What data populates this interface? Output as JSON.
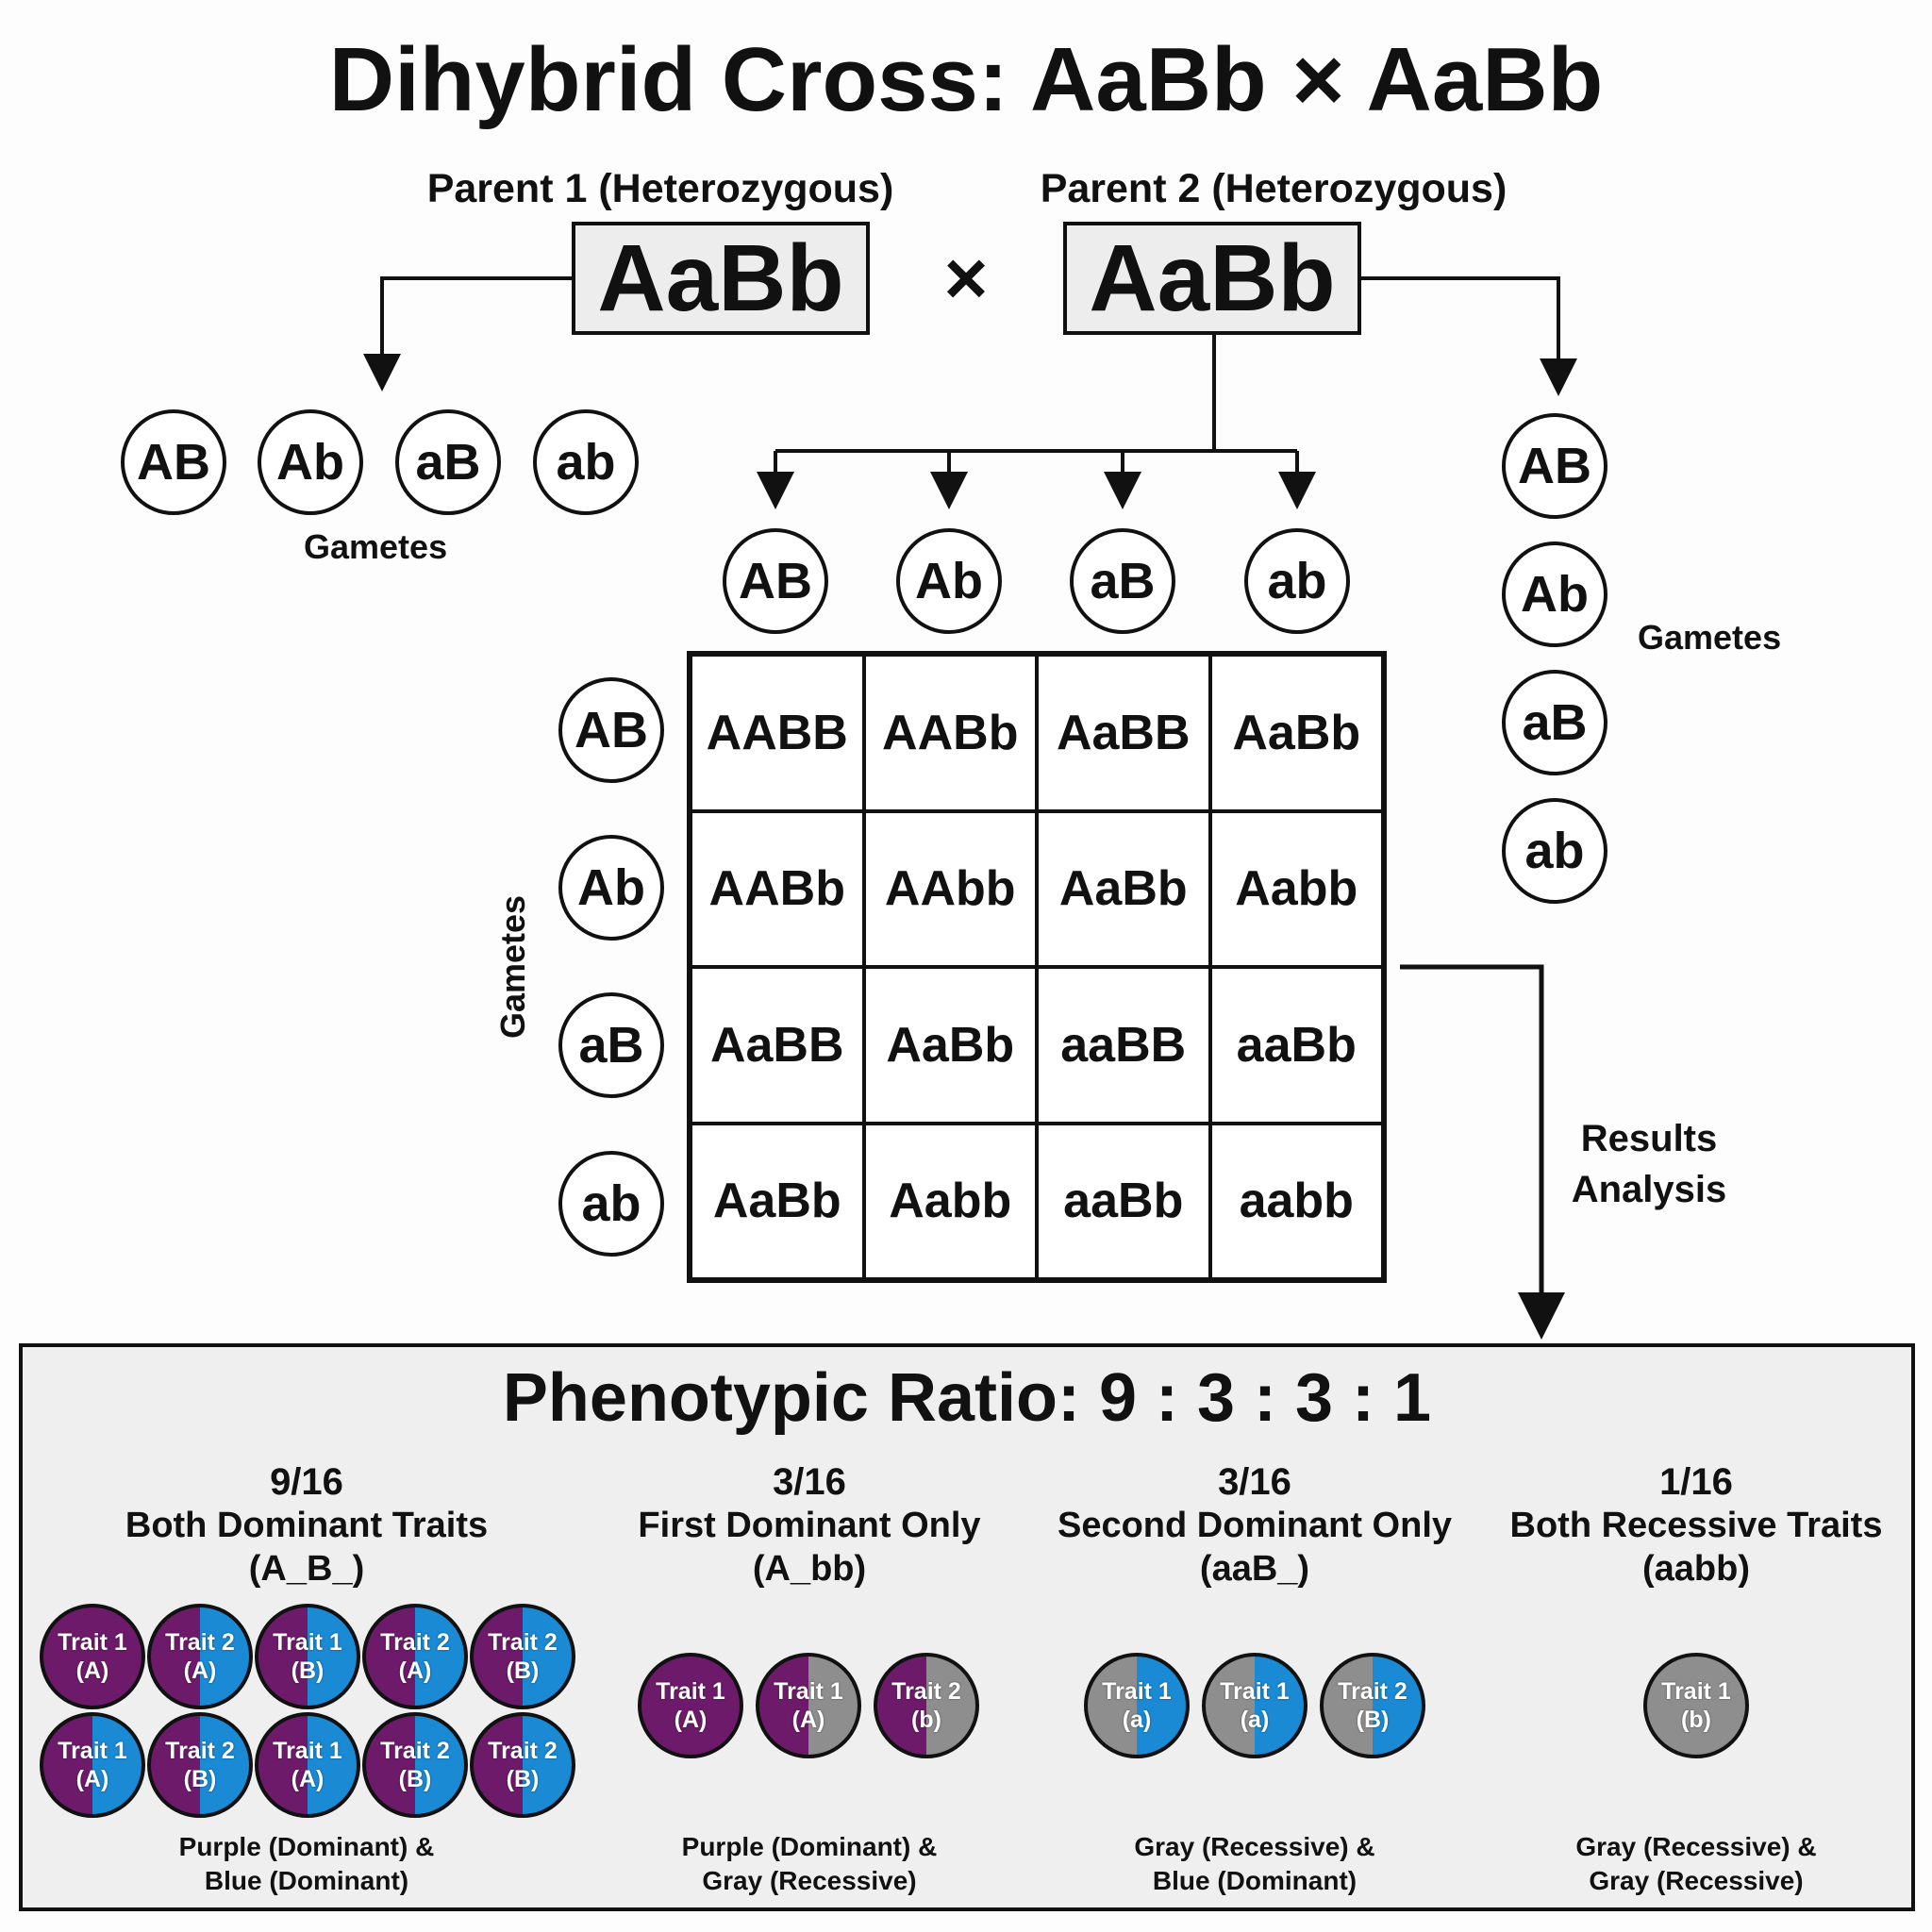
{
  "title": "Dihybrid Cross: AaBb × AaBb",
  "parent1": {
    "label": "Parent 1 (Heterozygous)",
    "genotype": "AaBb"
  },
  "parent2": {
    "label": "Parent 2 (Heterozygous)",
    "genotype": "AaBb"
  },
  "cross_symbol": "×",
  "parent1_gametes": [
    "AB",
    "Ab",
    "aB",
    "ab"
  ],
  "parent2_gametes": [
    "AB",
    "Ab",
    "aB",
    "ab"
  ],
  "gametes_label": "Gametes",
  "punnett": {
    "col_gametes": [
      "AB",
      "Ab",
      "aB",
      "ab"
    ],
    "row_gametes": [
      "AB",
      "Ab",
      "aB",
      "ab"
    ],
    "row_axis_label": "Gametes",
    "cells": [
      [
        "AABB",
        "AABb",
        "AaBB",
        "AaBb"
      ],
      [
        "AABb",
        "AAbb",
        "AaBb",
        "Aabb"
      ],
      [
        "AaBB",
        "AaBb",
        "aaBB",
        "aaBb"
      ],
      [
        "AaBb",
        "Aabb",
        "aaBb",
        "aabb"
      ]
    ]
  },
  "results_label": [
    "Results",
    "Analysis"
  ],
  "results": {
    "title": "Phenotypic Ratio: 9 : 3 : 3 : 1",
    "categories": [
      {
        "fraction": "9/16",
        "name": "Both Dominant Traits",
        "genotype": "(A_B_)",
        "desc": [
          "Purple (Dominant) &",
          "Blue (Dominant)"
        ]
      },
      {
        "fraction": "3/16",
        "name": "First Dominant Only",
        "genotype": "(A_bb)",
        "desc": [
          "Purple (Dominant) &",
          "Gray (Recessive)"
        ]
      },
      {
        "fraction": "3/16",
        "name": "Second Dominant Only",
        "genotype": "(aaB_)",
        "desc": [
          "Gray (Recessive) &",
          "Blue (Dominant)"
        ]
      },
      {
        "fraction": "1/16",
        "name": "Both Recessive Traits",
        "genotype": "(aabb)",
        "desc": [
          "Gray (Recessive) &",
          "Gray (Recessive)"
        ]
      }
    ],
    "markers": [
      [
        {
          "t": "Trait 1",
          "a": "(A)",
          "left": "purple",
          "right": "purple"
        },
        {
          "t": "Trait 2",
          "a": "(A)",
          "left": "purple",
          "right": "blue"
        },
        {
          "t": "Trait 1",
          "a": "(B)",
          "left": "purple",
          "right": "blue"
        },
        {
          "t": "Trait 2",
          "a": "(A)",
          "left": "purple",
          "right": "blue"
        },
        {
          "t": "Trait 2",
          "a": "(B)",
          "left": "purple",
          "right": "blue"
        },
        {
          "t": "Trait 1",
          "a": "(A)",
          "left": "purple",
          "right": "blue"
        },
        {
          "t": "Trait 2",
          "a": "(B)",
          "left": "purple",
          "right": "blue"
        },
        {
          "t": "Trait 1",
          "a": "(A)",
          "left": "purple",
          "right": "blue"
        },
        {
          "t": "Trait 2",
          "a": "(B)",
          "left": "purple",
          "right": "blue"
        },
        {
          "t": "Trait 2",
          "a": "(B)",
          "left": "purple",
          "right": "blue"
        }
      ],
      [
        {
          "t": "Trait 1",
          "a": "(A)",
          "left": "purple",
          "right": "purple"
        },
        {
          "t": "Trait 1",
          "a": "(A)",
          "left": "purple",
          "right": "gray"
        },
        {
          "t": "Trait 2",
          "a": "(b)",
          "left": "purple",
          "right": "gray"
        }
      ],
      [
        {
          "t": "Trait 1",
          "a": "(a)",
          "left": "gray",
          "right": "blue"
        },
        {
          "t": "Trait 1",
          "a": "(a)",
          "left": "gray",
          "right": "blue"
        },
        {
          "t": "Trait 2",
          "a": "(B)",
          "left": "gray",
          "right": "blue"
        }
      ],
      [
        {
          "t": "Trait 1",
          "a": "(b)",
          "left": "gray",
          "right": "gray"
        }
      ]
    ]
  },
  "colors": {
    "purple": "#6e1a6b",
    "blue": "#1a8ad4",
    "gray": "#8e8e8e",
    "box_bg": "#efefef"
  }
}
